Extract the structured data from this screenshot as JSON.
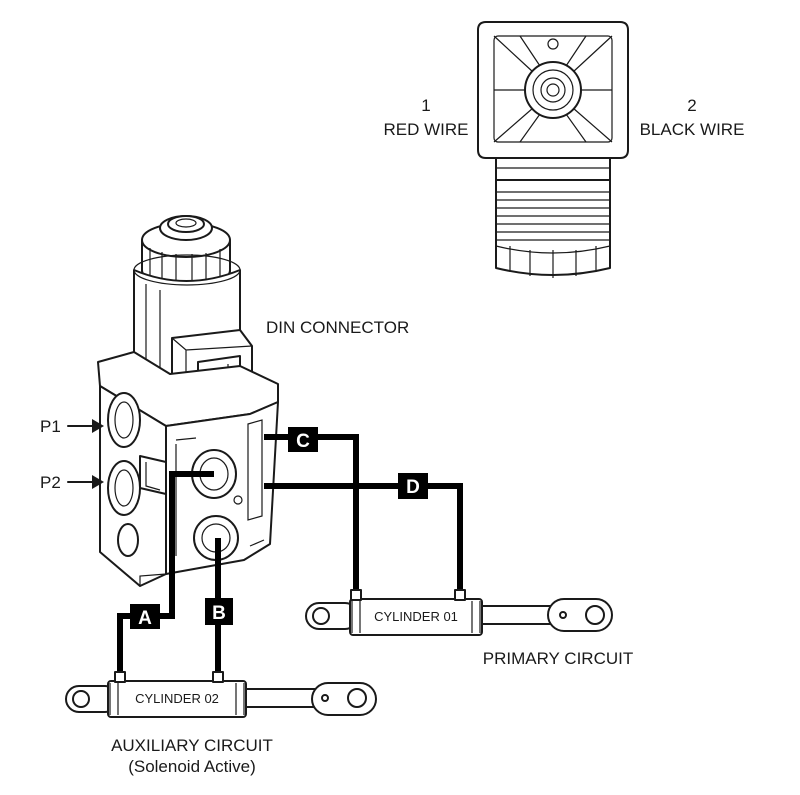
{
  "labels": {
    "pin1_number": "1",
    "pin1_wire": "RED WIRE",
    "pin2_number": "2",
    "pin2_wire": "BLACK WIRE",
    "din_connector": "DIN CONNECTOR",
    "port_p1": "P1",
    "port_p2": "P2",
    "cylinder_01": "CYLINDER 01",
    "cylinder_02": "CYLINDER 02",
    "primary_circuit": "PRIMARY CIRCUIT",
    "auxiliary_circuit": "AUXILIARY CIRCUIT",
    "auxiliary_note": "(Solenoid Active)"
  },
  "line_tags": {
    "a": "A",
    "b": "B",
    "c": "C",
    "d": "D"
  },
  "colors": {
    "ink": "#1a1a1a",
    "hose": "#000000",
    "tag_fill": "#000000",
    "tag_text": "#ffffff",
    "background": "#ffffff"
  }
}
